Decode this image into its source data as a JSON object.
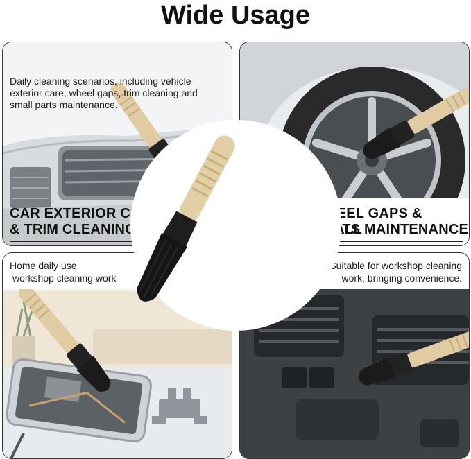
{
  "title": "Wide Usage",
  "panels": [
    {
      "description": "Daily cleaning scenarios, including vehicle exterior care, wheel gaps, trim cleaning and small parts maintenance.",
      "heading_line1": "CAR EXTERIOR CARE",
      "heading_line2": "& TRIM CLEANING"
    },
    {
      "description": "",
      "heading_line1": "WHEEL GAPS & SMALL",
      "heading_line2": "PARTS MAINTENANCE"
    },
    {
      "description_line1": "Home daily use",
      "description_line2": "workshop cleaning work"
    },
    {
      "description_line1": "Suitable for workshop cleaning",
      "description_line2": "work, bringing convenience."
    }
  ],
  "icons": [
    "car-grille-icon",
    "wheel-icon",
    "phone-repair-icon",
    "car-vent-icon",
    "detailing-brush-icon"
  ]
}
